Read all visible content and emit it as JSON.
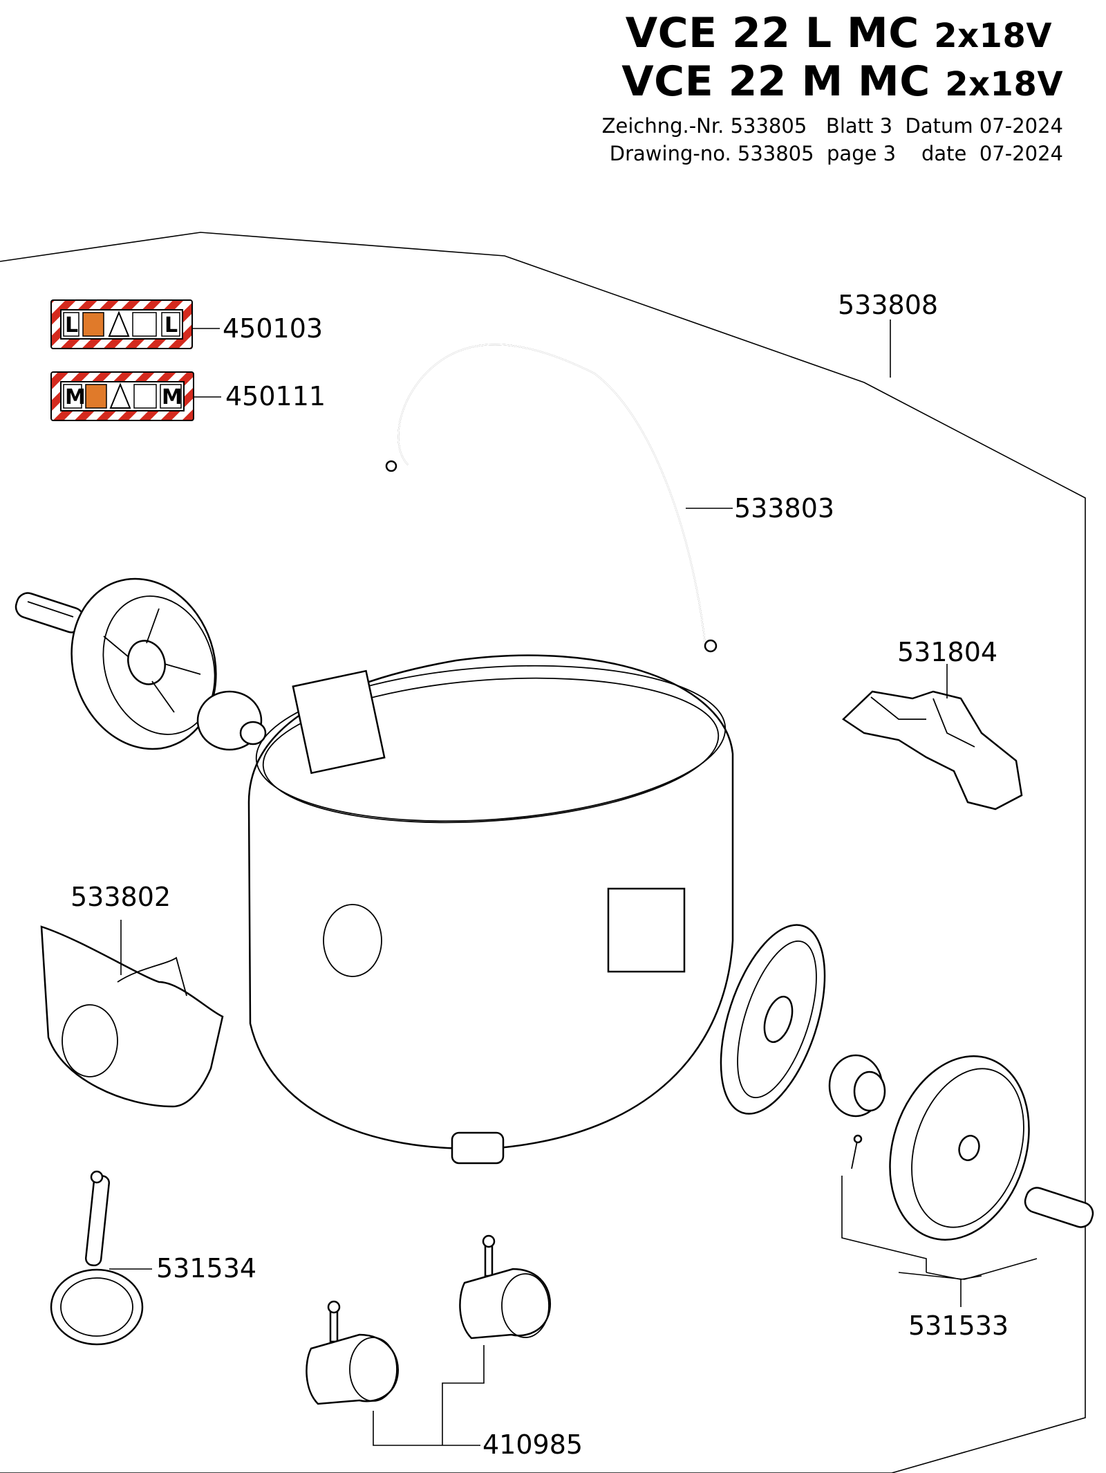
{
  "header": {
    "title_line1_main": "VCE 22 L  MC",
    "title_line1_suffix": "2x18V",
    "title_line2_main": "VCE 22 M MC",
    "title_line2_suffix": "2x18V",
    "meta_de": "Zeichng.-Nr. 533805   Blatt 3  Datum 07-2024",
    "meta_en": "Drawing-no. 533805  page 3    date  07-2024"
  },
  "stickers": [
    {
      "letter": "L",
      "color": "#d42a1e",
      "accent": "#e07a2a"
    },
    {
      "letter": "M",
      "color": "#d42a1e",
      "accent": "#e07a2a"
    }
  ],
  "parts": {
    "p450103": "450103",
    "p450111": "450111",
    "p533808": "533808",
    "p533803": "533803",
    "p531804": "531804",
    "p533802": "533802",
    "p531534": "531534",
    "p531533": "531533",
    "p410985": "410985"
  }
}
